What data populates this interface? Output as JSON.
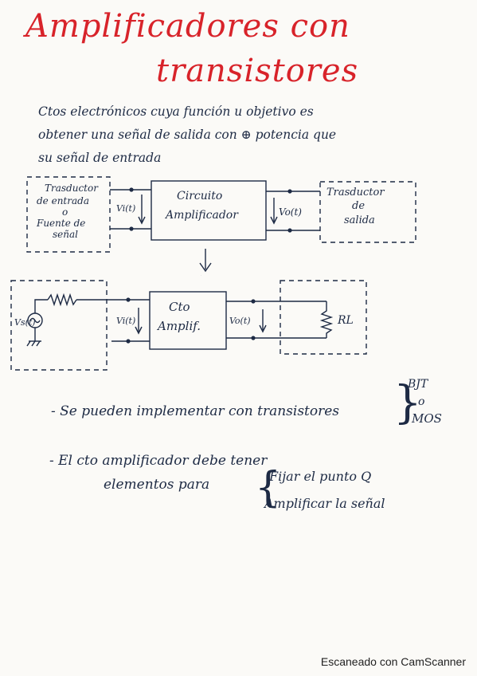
{
  "title": {
    "line1": "Amplificadores con",
    "line2": "transistores"
  },
  "definition": {
    "line1": "Ctos electrónicos cuya función u objetivo es",
    "line2": "obtener una señal de salida con ⊕ potencia que",
    "line3": "su señal de entrada"
  },
  "diagram1": {
    "input_block": [
      "Trasductor",
      "de entrada",
      "o",
      "Fuente de",
      "señal"
    ],
    "input_voltage": "Vi(t)",
    "amp_block": [
      "Circuito",
      "Amplificador"
    ],
    "output_voltage": "Vo(t)",
    "output_block": [
      "Trasductor",
      "de",
      "salida"
    ]
  },
  "arrow_symbol": "↓",
  "diagram2": {
    "source_label": "Vs(t)",
    "input_voltage": "Vi(t)",
    "amp_block": [
      "Cto",
      "Amplif."
    ],
    "output_voltage": "Vo(t)",
    "load_label": "RL"
  },
  "notes": {
    "bullet1": "- Se pueden implementar con transistores",
    "bullet1_options": [
      "BJT",
      "o",
      "MOS"
    ],
    "bullet2_line1": "- El cto amplificador debe tener",
    "bullet2_line2": "elementos para",
    "bullet2_sub1": "Fijar el punto Q",
    "bullet2_sub2": "Amplificar la señal"
  },
  "watermark": "Escaneado con CamScanner",
  "colors": {
    "ink": "#1d2a44",
    "title_red": "#d8232a",
    "paper": "#fbfaf7"
  }
}
